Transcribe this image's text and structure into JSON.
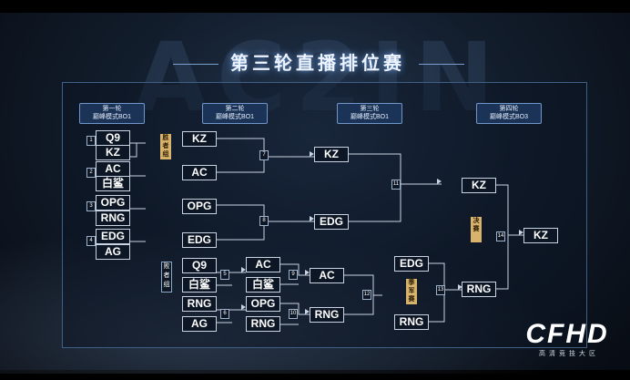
{
  "title": "第三轮直播排位赛",
  "background_text": "AC2IN",
  "rounds": [
    {
      "name": "第一轮",
      "format": "巅峰模式BO1"
    },
    {
      "name": "第二轮",
      "format": "巅峰模式BO1"
    },
    {
      "name": "第三轮",
      "format": "巅峰模式BO1"
    },
    {
      "name": "第四轮",
      "format": "巅峰模式BO3"
    }
  ],
  "labels": {
    "winners": "胜者组",
    "losers": "败者组",
    "quarter": "季军赛",
    "final": "决赛"
  },
  "round1": [
    {
      "num": "1",
      "top": "Q9",
      "bottom": "KZ"
    },
    {
      "num": "2",
      "top": "AC",
      "bottom": "白鲨"
    },
    {
      "num": "3",
      "top": "OPG",
      "bottom": "RNG"
    },
    {
      "num": "4",
      "top": "EDG",
      "bottom": "AG"
    }
  ],
  "winners_r2": [
    "KZ",
    "AC",
    "OPG",
    "EDG"
  ],
  "losers_r2": [
    {
      "num": "5",
      "left_top": "Q9",
      "left_bottom": "白鲨",
      "right_top": "AC",
      "right_bottom": "白鲨"
    },
    {
      "num": "6",
      "left_top": "RNG",
      "left_bottom": "AG",
      "right_top": "OPG",
      "right_bottom": "RNG"
    }
  ],
  "match_numbers": {
    "m7": "7",
    "m8": "8",
    "m9": "9",
    "m10": "10",
    "m11": "11",
    "m12": "12",
    "m13": "13",
    "m14": "14"
  },
  "winners_r3": [
    "KZ",
    "EDG"
  ],
  "losers_r3": [
    "AC",
    "RNG"
  ],
  "semi": {
    "top": "EDG",
    "bottom": "RNG"
  },
  "final_side": {
    "top": "KZ",
    "bottom": "RNG"
  },
  "champion": "KZ",
  "logo": {
    "main": "CFHD",
    "sub": "高清竞技大区"
  },
  "colors": {
    "accent": "#6f96c8",
    "tag": "#d8b36b",
    "line": "#c9d3e2"
  }
}
